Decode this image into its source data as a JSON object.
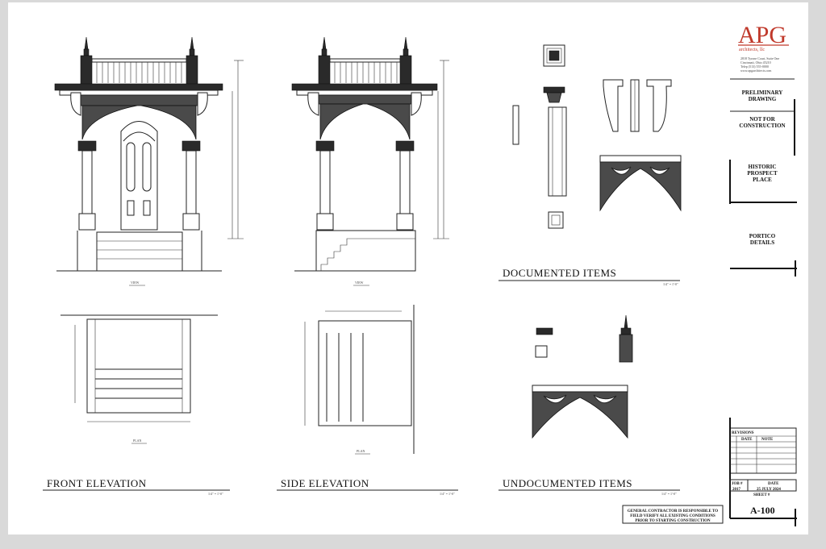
{
  "logo": {
    "brand": "APG",
    "subtitle": "architects, llc",
    "address_lines": [
      "2818 Tyrone Court, Suite One",
      "Cincinnati, Ohio 45210",
      "Telep (513) 555-0000",
      "www.apgarchitects.com"
    ],
    "brand_color": "#c0392b"
  },
  "title_block": {
    "status_line1": "PRELIMINARY",
    "status_line2": "DRAWING",
    "warning_line1": "NOT FOR",
    "warning_line2": "CONSTRUCTION",
    "project_line1": "HISTORIC",
    "project_line2": "PROSPECT",
    "project_line3": "PLACE",
    "sheet_title_line1": "PORTICO",
    "sheet_title_line2": "DETAILS",
    "revisions_label": "REVISIONS",
    "rev_col_date": "DATE",
    "rev_col_note": "NOTE",
    "job_label": "JOB #",
    "job_number": "2017",
    "date_label": "DATE",
    "date_value": "25 JULY 2024",
    "sheet_label": "SHEET #",
    "sheet_number": "A-100"
  },
  "sections": {
    "front_elevation": "FRONT ELEVATION",
    "side_elevation": "SIDE ELEVATION",
    "documented_items": "DOCUMENTED ITEMS",
    "undocumented_items": "UNDOCUMENTED ITEMS",
    "scale_text": "1/4\" = 1'-0\""
  },
  "view_labels": {
    "front_view": "VIEW",
    "side_view": "VIEW",
    "front_plan": "PLAN",
    "side_plan": "PLAN"
  },
  "note_lines": [
    "GENERAL CONTRACTOR IS RESPONSIBLE TO",
    "FIELD VERIFY ALL EXISTING CONDITIONS",
    "PRIOR TO STARTING CONSTRUCTION"
  ]
}
